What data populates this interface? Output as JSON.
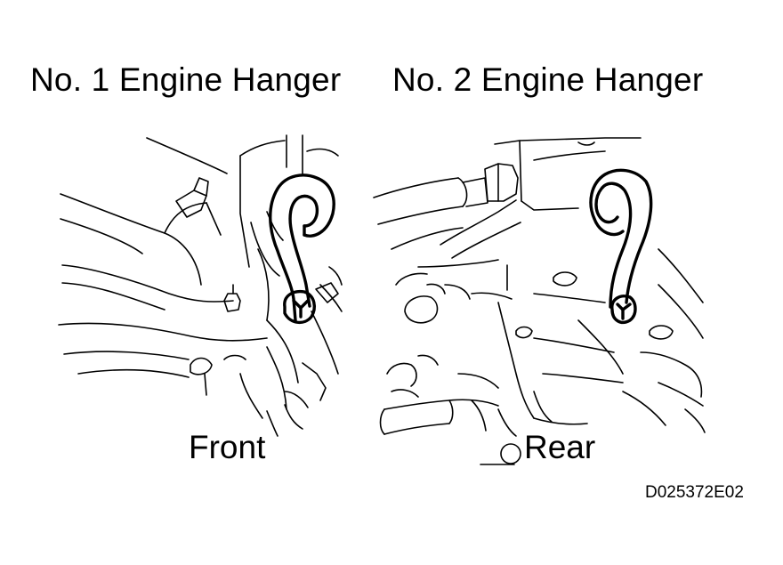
{
  "figure": {
    "title_left": "No. 1 Engine Hanger",
    "title_right": "No. 2 Engine Hanger",
    "label_front": "Front",
    "label_rear": "Rear",
    "code": "D025372E02"
  },
  "colors": {
    "ink": "#000000",
    "background": "#ffffff"
  }
}
